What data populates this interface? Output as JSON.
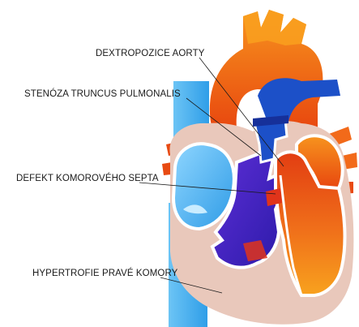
{
  "labels": {
    "aorta": "DEXTROPOZICE AORTY",
    "stenosis": "STENÓZA TRUNCUS PULMONALIS",
    "septum": "DEFEKT KOMOROVÉHO SEPTA",
    "hypertrophy": "HYPERTROFIE PRAVÉ KOMORY"
  },
  "colors": {
    "oxygenated": "#f26a1a",
    "deoxygenated": "#1c50c8",
    "mixed": "#5b2ad0",
    "vena_cava": "#4fb3ee",
    "myocardium": "#e9c8bb",
    "outline": "#ffffff"
  }
}
